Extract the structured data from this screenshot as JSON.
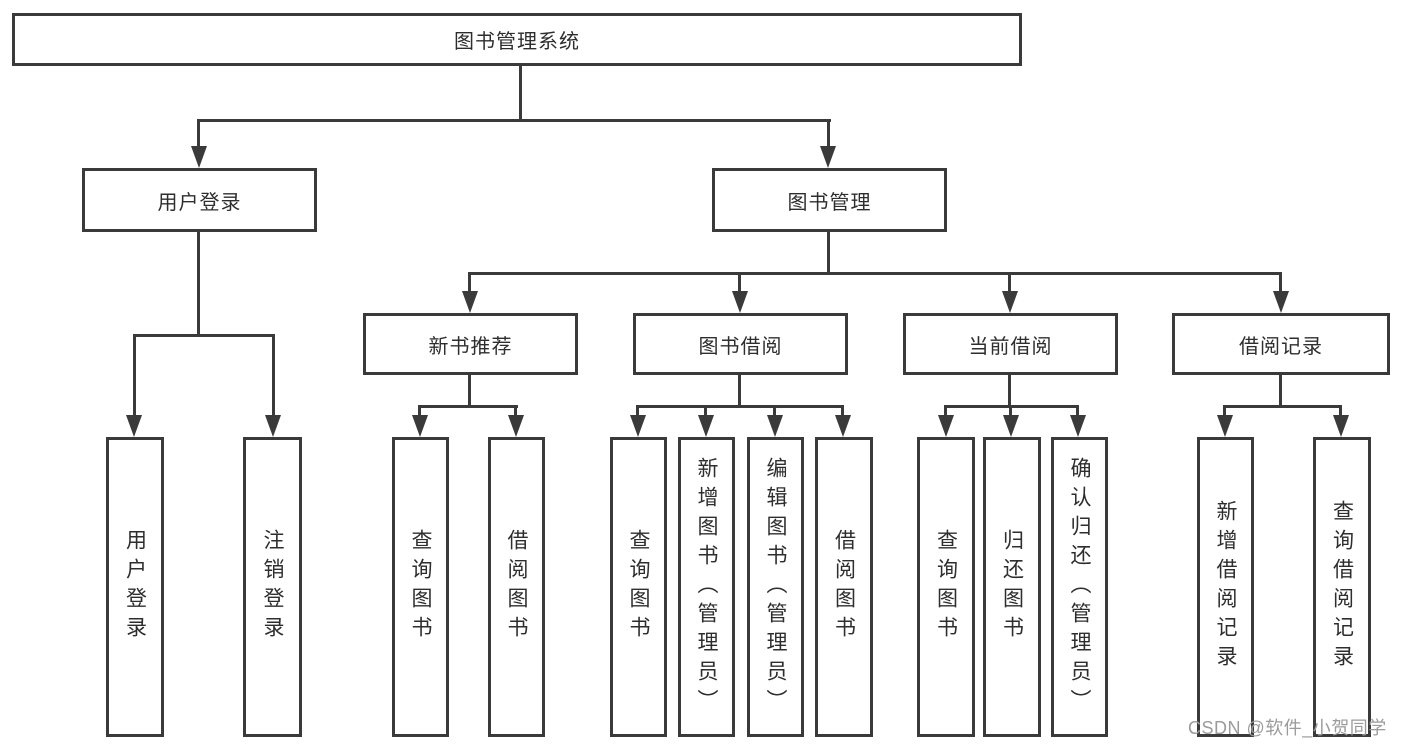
{
  "tree": {
    "root": "图书管理系统",
    "children": [
      {
        "label": "用户登录",
        "children": [
          {
            "label": "用户登录"
          },
          {
            "label": "注销登录"
          }
        ]
      },
      {
        "label": "图书管理",
        "children": [
          {
            "label": "新书推荐",
            "children": [
              {
                "label": "查询图书"
              },
              {
                "label": "借阅图书"
              }
            ]
          },
          {
            "label": "图书借阅",
            "children": [
              {
                "label": "查询图书"
              },
              {
                "label": "新增图书（管理员）"
              },
              {
                "label": "编辑图书（管理员）"
              },
              {
                "label": "借阅图书"
              }
            ]
          },
          {
            "label": "当前借阅",
            "children": [
              {
                "label": "查询图书"
              },
              {
                "label": "归还图书"
              },
              {
                "label": "确认归还（管理员）"
              }
            ]
          },
          {
            "label": "借阅记录",
            "children": [
              {
                "label": "新增借阅记录"
              },
              {
                "label": "查询借阅记录"
              }
            ]
          }
        ]
      }
    ]
  },
  "watermark": "CSDN @软件_小贺同学",
  "colors": {
    "line": "#3a3a3a",
    "text": "#2e2e2e",
    "watermark": "#9b9b9b",
    "background": "#ffffff"
  }
}
